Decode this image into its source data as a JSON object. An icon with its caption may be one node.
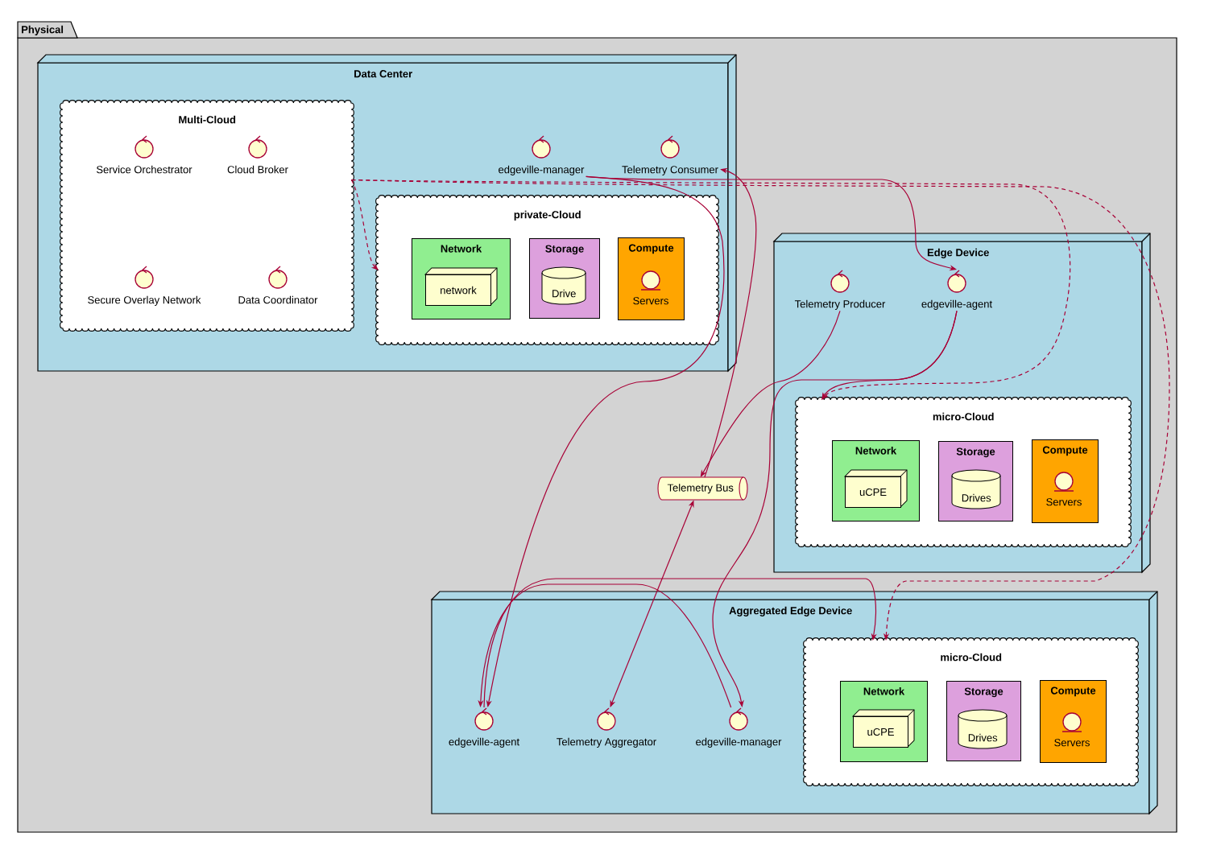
{
  "diagram": {
    "nodes": [
      {
        "text": [
          "Physical"
        ]
      },
      {
        "text": [
          "Data Center"
        ],
        "in": 0
      },
      {
        "text": [
          "Multi-Cloud"
        ],
        "in": 1
      },
      {
        "text": [
          "Service Orchestrator"
        ],
        "in": 2
      },
      {
        "text": [
          "Cloud Broker"
        ],
        "in": 2
      },
      {
        "text": [
          "Secure Overlay Network"
        ],
        "in": 2
      },
      {
        "text": [
          "Data Coordinator"
        ],
        "in": 2
      },
      {
        "text": [
          "edgeville-manager"
        ],
        "in": 1
      },
      {
        "text": [
          "Telemetry Consumer"
        ],
        "in": 1
      },
      {
        "text": [
          "private-Cloud"
        ],
        "in": 1
      },
      {
        "text": [
          "Network"
        ],
        "in": 9
      },
      {
        "text": [
          "network"
        ],
        "in": 10
      },
      {
        "text": [
          "Storage"
        ],
        "in": 9
      },
      {
        "text": [
          "Drive"
        ],
        "in": 12
      },
      {
        "text": [
          "Compute"
        ],
        "in": 9
      },
      {
        "text": [
          "Servers"
        ],
        "in": 14
      },
      {
        "text": [
          "Edge Device"
        ],
        "in": 0
      },
      {
        "text": [
          "Telemetry Producer"
        ],
        "in": 16
      },
      {
        "text": [
          "edgeville-agent"
        ],
        "in": 16
      },
      {
        "text": [
          "micro-Cloud"
        ],
        "in": 16
      },
      {
        "text": [
          "Network"
        ],
        "in": 19
      },
      {
        "text": [
          "uCPE"
        ],
        "in": 20
      },
      {
        "text": [
          "Storage"
        ],
        "in": 19
      },
      {
        "text": [
          "Drives"
        ],
        "in": 22
      },
      {
        "text": [
          "Compute"
        ],
        "in": 19
      },
      {
        "text": [
          "Servers"
        ],
        "in": 24
      },
      {
        "text": [
          "Telemetry Bus"
        ],
        "in": 0
      },
      {
        "text": [
          "Aggregated Edge Device"
        ],
        "in": 0
      },
      {
        "text": [
          "edgeville-agent"
        ],
        "in": 27
      },
      {
        "text": [
          "Telemetry Aggregator"
        ],
        "in": 27
      },
      {
        "text": [
          "edgeville-manager"
        ],
        "in": 27
      },
      {
        "text": [
          "micro-Cloud"
        ],
        "in": 27
      },
      {
        "text": [
          "Network"
        ],
        "in": 31
      },
      {
        "text": [
          "uCPE"
        ],
        "in": 32
      },
      {
        "text": [
          "Storage"
        ],
        "in": 31
      },
      {
        "text": [
          "Drives"
        ],
        "in": 34
      },
      {
        "text": [
          "Compute"
        ],
        "in": 31
      },
      {
        "text": [
          "Servers"
        ],
        "in": 36
      }
    ],
    "edges": [
      {
        "from": 2,
        "to": 9,
        "arrow": "to",
        "style": "dashed"
      },
      {
        "from": 2,
        "to": 19,
        "arrow": "to",
        "style": "dashed"
      },
      {
        "from": 2,
        "to": 31,
        "arrow": "to",
        "style": "dashed"
      },
      {
        "from": 7,
        "to": 18,
        "arrow": "to"
      },
      {
        "from": 7,
        "to": 28,
        "arrow": "to"
      },
      {
        "from": 26,
        "to": 8,
        "arrow": "to"
      },
      {
        "from": 17,
        "to": 26,
        "arrow": "to"
      },
      {
        "from": 29,
        "to": 26,
        "arrow": "both"
      },
      {
        "from": 18,
        "to": 19,
        "arrow": "to"
      },
      {
        "from": 18,
        "to": 30,
        "arrow": "to"
      },
      {
        "from": 30,
        "to": 28,
        "arrow": "to"
      },
      {
        "from": 28,
        "to": 31,
        "arrow": "to"
      }
    ]
  }
}
